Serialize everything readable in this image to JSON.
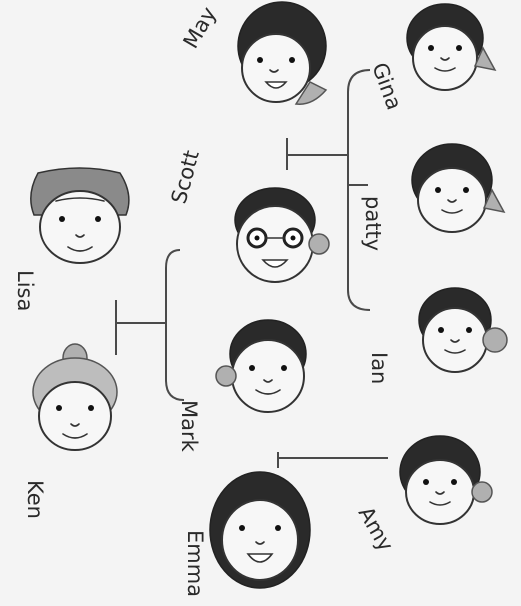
{
  "title": "",
  "members": {
    "ken": "Ken",
    "lisa": "Lisa",
    "mark": "Mark",
    "scott": "Scott",
    "emma": "Emma",
    "may": "May",
    "amy": "Amy",
    "ian": "Ian",
    "patty": "patty",
    "gina": "Gina"
  },
  "relationships": {
    "couples": [
      [
        "Ken",
        "Lisa"
      ],
      [
        "Emma",
        "Mark"
      ],
      [
        "Scott",
        "May"
      ]
    ],
    "children": [
      {
        "parents": [
          "Ken",
          "Lisa"
        ],
        "children": [
          "Mark",
          "Scott"
        ]
      },
      {
        "parents": [
          "Emma",
          "Mark"
        ],
        "children": [
          "Amy"
        ]
      },
      {
        "parents": [
          "Scott",
          "May"
        ],
        "children": [
          "Ian",
          "patty",
          "Gina"
        ]
      }
    ]
  }
}
